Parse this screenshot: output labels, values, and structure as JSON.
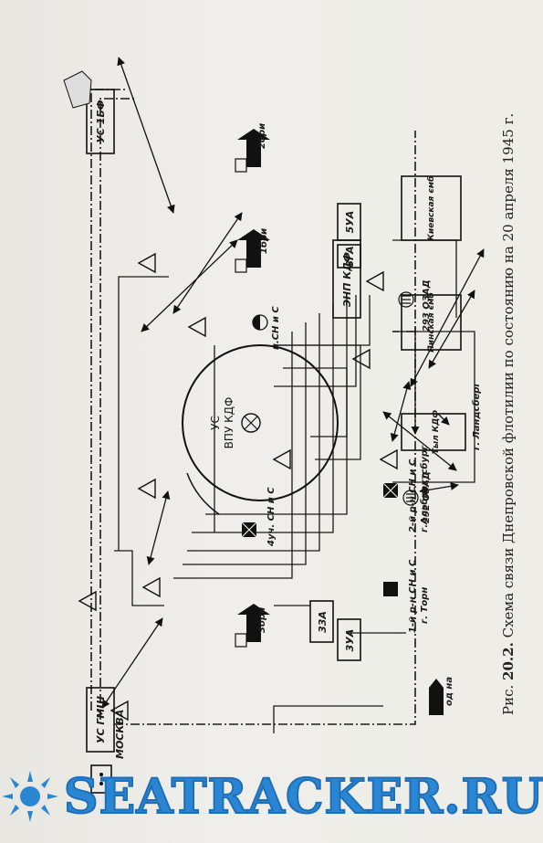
{
  "caption": {
    "prefix": "Рис.",
    "number": "20.2.",
    "text": "Схема связи Днепровской флотилии по состоянию на 20 апреля 1945 г."
  },
  "nodes": {
    "center": {
      "title": "УС",
      "subtitle": "ВПУ КДФ"
    },
    "us_gmsh": "УС ГМШ",
    "moskva": "МОСКВА",
    "us_1bf": "УС 1БФ",
    "enp_kdf": "ЭНП КДФ",
    "n5ua": "5УА",
    "n8ga": "8ГА",
    "n3ua": "3УА",
    "n33a": "33А",
    "tyl_kdf": "Тыл КДФ",
    "pinsk": "Пинская ємб",
    "kiev": "Киевская ємб"
  },
  "labels": {
    "brig2": "2бри",
    "brig1": "1бри",
    "brig3": "3бри",
    "psn": "п.СН и С",
    "uch4": "4уч. СН и С",
    "ad292": "292 ОЗАД",
    "ad293": "293 ОЗАД",
    "rn1": "1-й р-н СН и С",
    "torn": "г. Торн",
    "rn2": "2-й р-н СН и С",
    "albrecht": "г.Альбрехтсбург",
    "landsberg": "г. Ландсберг",
    "od": "од на"
  },
  "watermark": {
    "text": "SEATRACKER.RU",
    "color": "#2a86d3"
  }
}
